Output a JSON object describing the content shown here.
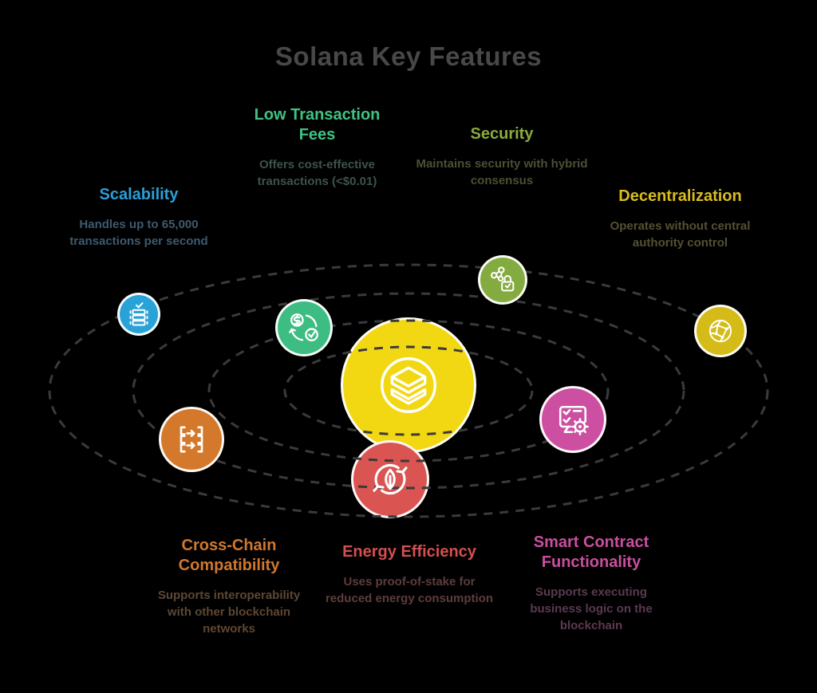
{
  "title": "Solana Key Features",
  "style": {
    "background": "#000000",
    "title_color": "#484848",
    "orbit_color": "#3A3A3A",
    "icon_stroke": "#FFFFFF"
  },
  "center": {
    "icon": "layers-stack-icon",
    "circle_color": "#F2D713"
  },
  "features": [
    {
      "id": "scalability",
      "label": "Scalability",
      "description": "Handles up to 65,000 transactions per second",
      "color": "#2B9FD7",
      "sub_color": "#3E5A6E",
      "circle_color": "#29A3D7",
      "icon": "server-check-icon"
    },
    {
      "id": "low-transaction-fees",
      "label": "Low Transaction Fees",
      "description": "Offers cost-effective transactions (<$0.01)",
      "color": "#3FC383",
      "sub_color": "#3C5448",
      "circle_color": "#3DBD82",
      "icon": "dollar-refresh-check-icon"
    },
    {
      "id": "security",
      "label": "Security",
      "description": "Maintains security with hybrid consensus",
      "color": "#8CAA3B",
      "sub_color": "#4A4F35",
      "circle_color": "#84AB3F",
      "icon": "network-lock-icon"
    },
    {
      "id": "decentralization",
      "label": "Decentralization",
      "description": "Operates without central authority control",
      "color": "#D9BD1E",
      "sub_color": "#555032",
      "circle_color": "#D4BB17",
      "icon": "globe-network-icon"
    },
    {
      "id": "cross-chain-compatibility",
      "label": "Cross-Chain Compatibility",
      "description": "Supports interoperability with other blockchain networks",
      "color": "#D0782F",
      "sub_color": "#5D4733",
      "circle_color": "#D4792B",
      "icon": "data-transfer-icon"
    },
    {
      "id": "energy-efficiency",
      "label": "Energy Efficiency",
      "description": "Uses proof-of-stake for reduced energy consumption",
      "color": "#D44F4F",
      "sub_color": "#5E3C3C",
      "circle_color": "#DA5451",
      "icon": "leaf-recycle-icon"
    },
    {
      "id": "smart-contract-functionality",
      "label": "Smart Contract Functionality",
      "description": "Supports executing business logic on the blockchain",
      "color": "#C94F9E",
      "sub_color": "#5A3A50",
      "circle_color": "#CC4FA2",
      "icon": "checklist-gear-icon"
    }
  ]
}
